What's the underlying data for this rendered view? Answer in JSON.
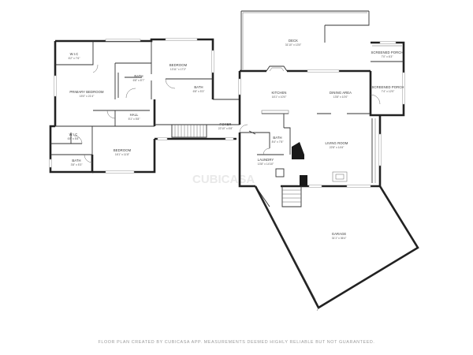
{
  "rooms": [
    {
      "id": "deck",
      "name": "DECK",
      "dims": "31'10\" x 13'0\""
    },
    {
      "id": "screened-porch-1",
      "name": "SCREENED PORCH",
      "dims": "7'0\" x 6'3\""
    },
    {
      "id": "screened-porch-2",
      "name": "SCREENED PORCH",
      "dims": "7'4\" x 12'0\""
    },
    {
      "id": "wic-1",
      "name": "W.I.C",
      "dims": "6'2\" x 7'6\""
    },
    {
      "id": "bedroom-1",
      "name": "BEDROOM",
      "dims": "13'11\" x 17'2\""
    },
    {
      "id": "bath-1",
      "name": "BATH",
      "dims": "6'8\" x 8'7\""
    },
    {
      "id": "bath-2",
      "name": "BATH",
      "dims": "6'8\" x 5'3\""
    },
    {
      "id": "primary-bedroom",
      "name": "PRIMARY BEDROOM",
      "dims": "15'0\" x 21'4\""
    },
    {
      "id": "kitchen",
      "name": "KITCHEN",
      "dims": "16'1\" x 10'0\""
    },
    {
      "id": "dining-area",
      "name": "DINING AREA",
      "dims": "13'8\" x 10'0\""
    },
    {
      "id": "hall",
      "name": "HALL",
      "dims": "5'1\" x 5'8\""
    },
    {
      "id": "foyer",
      "name": "FOYER",
      "dims": "22'10\" x 6'8\""
    },
    {
      "id": "wic-2",
      "name": "W.I.C",
      "dims": "6'8\" x 5'8\""
    },
    {
      "id": "bedroom-2",
      "name": "BEDROOM",
      "dims": "16'1\" x 11'8\""
    },
    {
      "id": "bath-3",
      "name": "BATH",
      "dims": "3'8\" x 5'3\""
    },
    {
      "id": "living-room",
      "name": "LIVING ROOM",
      "dims": "22'8\" x 14'6\""
    },
    {
      "id": "laundry",
      "name": "LAUNDRY",
      "dims": "13'8\" x 14'10\""
    },
    {
      "id": "bath-4",
      "name": "BATH",
      "dims": "8'4\" x 7'8\""
    },
    {
      "id": "garage",
      "name": "GARAGE",
      "dims": "31'1\" x 36'4\""
    }
  ],
  "watermark": "CUBICASA",
  "footer": "FLOOR PLAN CREATED BY CUBICASA APP. MEASUREMENTS DEEMED HIGHLY RELIABLE BUT NOT GUARANTEED."
}
